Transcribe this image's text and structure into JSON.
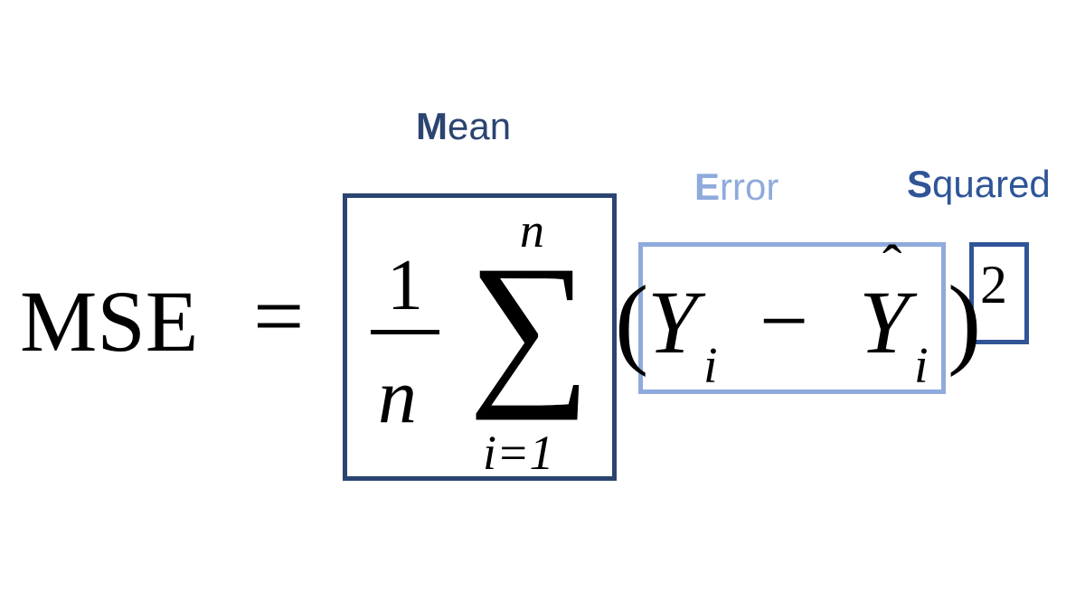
{
  "colors": {
    "mean": "#2B4471",
    "error": "#8FAADC",
    "squared": "#2F5597"
  },
  "labels": {
    "mean": {
      "initial": "M",
      "rest": "ean"
    },
    "error": {
      "initial": "E",
      "rest": "rror"
    },
    "squared": {
      "initial": "S",
      "rest": "quared"
    }
  },
  "formula": {
    "lhs": "MSE",
    "equals": "=",
    "numerator": "1",
    "denominator": "n",
    "sum_symbol": "∑",
    "sum_upper": "n",
    "sum_lower": "i=1",
    "open_paren": "(",
    "observed": "Y",
    "observed_sub": "i",
    "minus": "−",
    "predicted": "Y",
    "hat": "ˆ",
    "predicted_sub": "i",
    "close_paren": ")",
    "exponent": "2"
  }
}
